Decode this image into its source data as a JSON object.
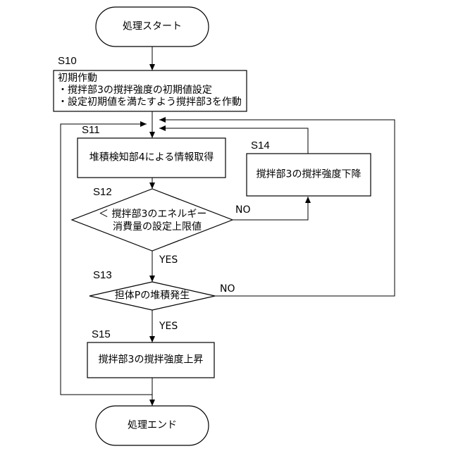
{
  "flowchart": {
    "start": "処理スタート",
    "end": "処理エンド",
    "s10": {
      "id": "S10",
      "title": "初期作動",
      "line1": "・撹拌部3の撹拌強度の初期値設定",
      "line2": "・設定初期値を満たすよう撹拌部3を作動"
    },
    "s11": {
      "id": "S11",
      "text": "堆積検知部4による情報取得"
    },
    "s12": {
      "id": "S12",
      "line1": "＜ 撹拌部3のエネルギー",
      "line2": "消費量の設定上限値"
    },
    "s13": {
      "id": "S13",
      "text": "担体Pの堆積発生"
    },
    "s14": {
      "id": "S14",
      "text": "撹拌部3の撹拌強度下降"
    },
    "s15": {
      "id": "S15",
      "text": "撹拌部3の撹拌強度上昇"
    },
    "labels": {
      "yes": "YES",
      "no": "NO"
    }
  }
}
